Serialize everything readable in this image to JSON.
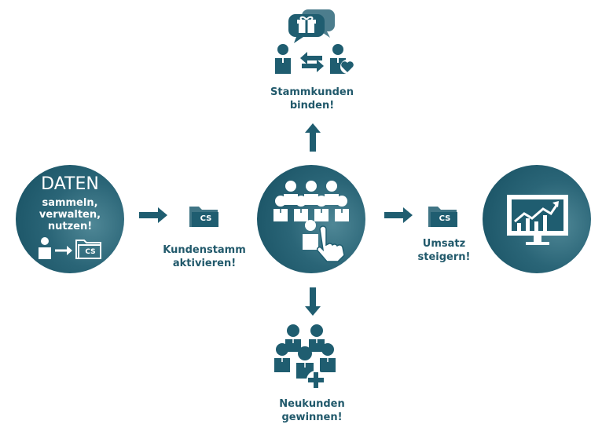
{
  "left_circle": {
    "heading": "DATEN",
    "line1": "sammeln,",
    "line2": "verwalten,",
    "line3": "nutzen!",
    "folder_letters": "CS"
  },
  "step_left": {
    "folder_letters": "CS",
    "line1": "Kundenstamm",
    "line2": "aktivieren!"
  },
  "step_right": {
    "folder_letters": "CS",
    "line1": "Umsatz",
    "line2": "steigern!"
  },
  "top": {
    "line1": "Stammkunden",
    "line2": "binden!"
  },
  "bottom": {
    "line1": "Neukunden",
    "line2": "gewinnen!"
  },
  "colors": {
    "primary": "#1f5d70",
    "circle_light": "#4f8796",
    "circle_dark": "#164f61"
  },
  "icons": {
    "top": [
      "gift-chat-icon",
      "person-icon",
      "exchange-arrows-icon",
      "person-heart-icon"
    ],
    "center": [
      "group-icon",
      "hand-pointer-icon"
    ],
    "right": "monitor-chart-icon",
    "bottom": "group-plus-icon",
    "folders": "folder-cs-icon"
  }
}
